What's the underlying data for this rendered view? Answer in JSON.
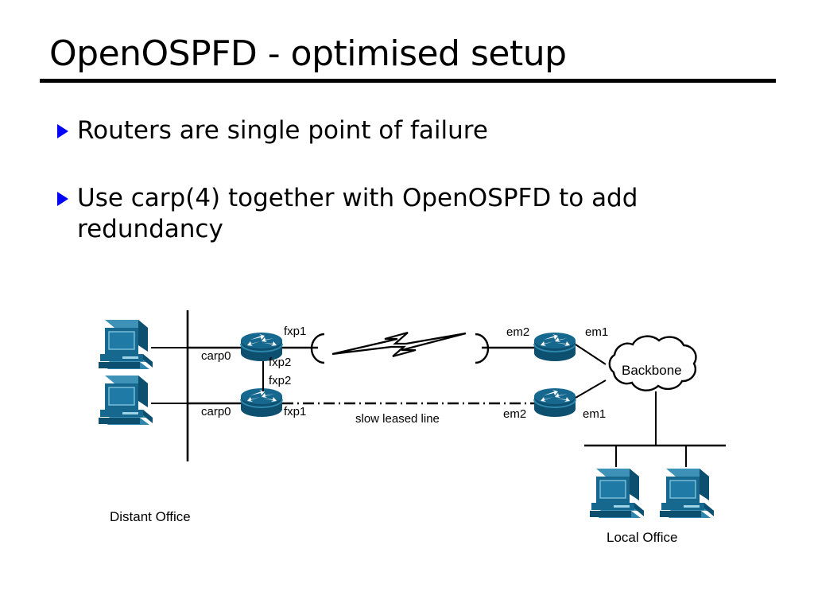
{
  "slide": {
    "title": "OpenOSPFD - optimised setup",
    "bullets": [
      {
        "text": "Routers are single point of failure",
        "marker": "triangle-right-icon"
      },
      {
        "text": "Use carp(4) together with OpenOSPFD to add redundancy",
        "marker": "triangle-right-icon"
      }
    ]
  },
  "diagram": {
    "type": "network-topology",
    "accent_color": "#17688f",
    "accent_color_dark": "#0d4f6e",
    "accent_color_light": "#3e92b8",
    "bullet_color": "#0000ff",
    "line_color": "#000000",
    "background": "#ffffff",
    "zones": {
      "left": "Distant Office",
      "right": "Local Office"
    },
    "cloud": {
      "label": "Backbone"
    },
    "link_label": "slow leased line",
    "nodes": [
      {
        "id": "ws-left-top",
        "type": "workstation-icon",
        "zone": "Distant Office"
      },
      {
        "id": "ws-left-bottom",
        "type": "workstation-icon",
        "zone": "Distant Office"
      },
      {
        "id": "router-left-top",
        "type": "router-icon",
        "zone": "Distant Office"
      },
      {
        "id": "router-left-bottom",
        "type": "router-icon",
        "zone": "Distant Office"
      },
      {
        "id": "router-right-top",
        "type": "router-icon",
        "zone": "Local Office"
      },
      {
        "id": "router-right-bottom",
        "type": "router-icon",
        "zone": "Local Office"
      },
      {
        "id": "cloud-backbone",
        "type": "cloud-icon",
        "zone": "Local Office"
      },
      {
        "id": "ws-right-left",
        "type": "workstation-icon",
        "zone": "Local Office"
      },
      {
        "id": "ws-right-right",
        "type": "workstation-icon",
        "zone": "Local Office"
      }
    ],
    "interface_labels": {
      "left_top_lan": "carp0",
      "left_bottom_lan": "carp0",
      "left_top_wan": "fxp1",
      "left_bottom_wan": "fxp1",
      "left_top_sync": "fxp2",
      "left_bottom_sync": "fxp2",
      "right_top_wan": "em2",
      "right_bottom_wan": "em2",
      "right_top_core": "em1",
      "right_bottom_core": "em1"
    }
  }
}
